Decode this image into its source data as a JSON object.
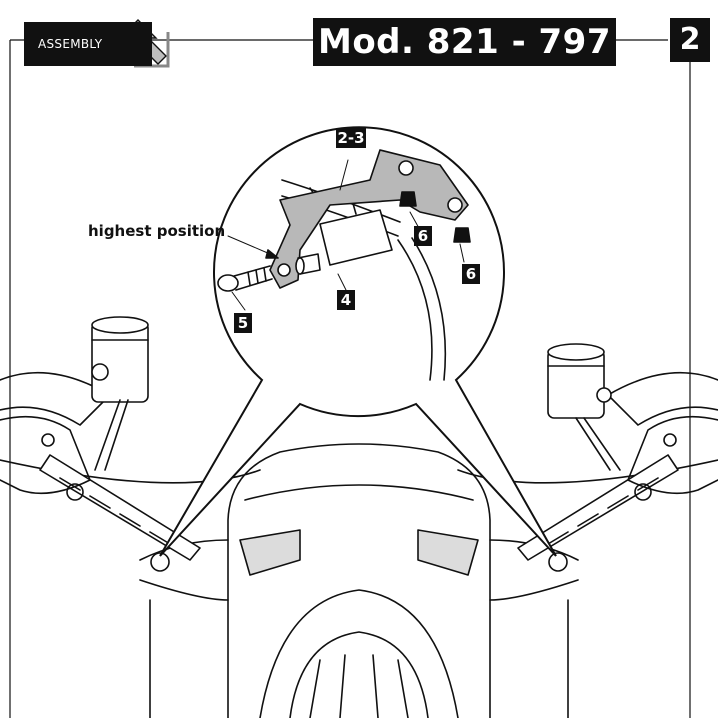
{
  "header": {
    "section_label": "ASSEMBLY",
    "model_title": "Mod. 821 - 797",
    "page_number": "2"
  },
  "callouts": {
    "bracket": "2-3",
    "spacer": "4",
    "screw": "5",
    "nut_a": "6",
    "nut_b": "6"
  },
  "annotation": {
    "position_note": "highest position"
  },
  "icons": [
    "arrow-down-right-icon"
  ],
  "colors": {
    "ink": "#111111",
    "paper": "#ffffff",
    "shade": "#b8b8b8"
  }
}
